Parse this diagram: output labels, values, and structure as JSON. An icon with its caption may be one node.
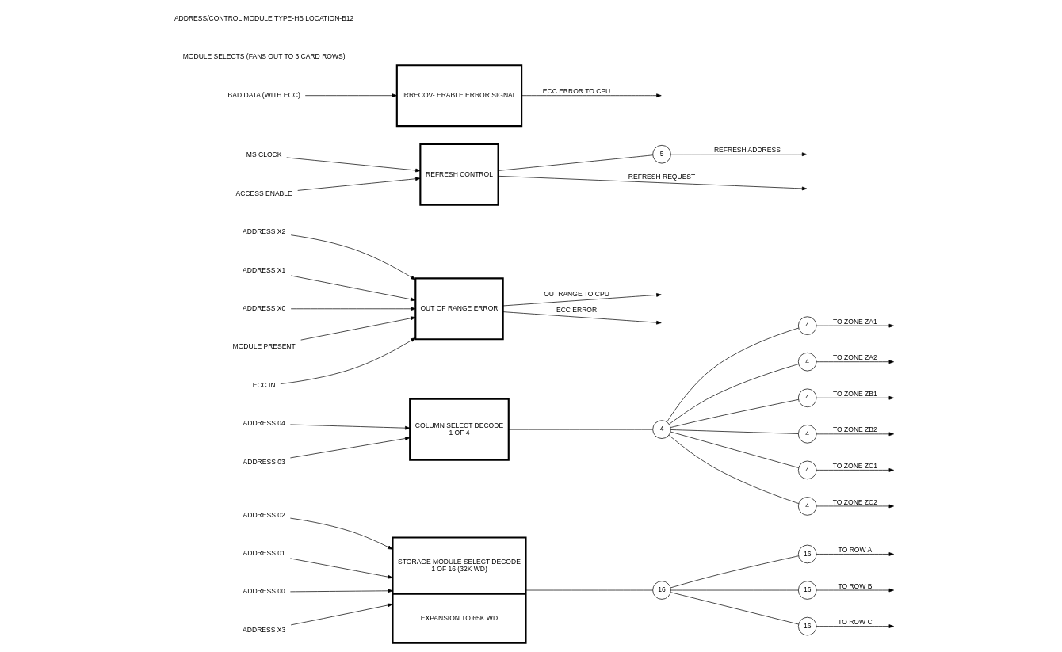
{
  "diagram": {
    "nodes": [
      {
        "text": [
          "ADDRESS 02"
        ]
      },
      {
        "text": [
          "ADDRESS 01"
        ]
      },
      {
        "text": [
          "ADDRESS 00"
        ]
      },
      {
        "text": [
          "ADDRESS X3"
        ]
      },
      {
        "text": [
          "STORAGE MODULE SELECT DECODE",
          "1 OF 16 (32K WD)",
          "EXPANSION TO 65K WD"
        ]
      },
      {
        "text": [
          "16"
        ]
      },
      {
        "text": [
          "16"
        ]
      },
      {
        "text": [
          "16"
        ]
      },
      {
        "text": [
          "16"
        ]
      },
      {
        "text": [
          "ADDRESS 04"
        ]
      },
      {
        "text": [
          "ADDRESS 03"
        ]
      },
      {
        "text": [
          "COLUMN SELECT DECODE",
          "1 OF 4"
        ]
      },
      {
        "text": [
          "4"
        ]
      },
      {
        "text": [
          "4"
        ]
      },
      {
        "text": [
          "4"
        ]
      },
      {
        "text": [
          "4"
        ]
      },
      {
        "text": [
          "4"
        ]
      },
      {
        "text": [
          "4"
        ]
      },
      {
        "text": [
          "4"
        ]
      },
      {
        "text": [
          "ADDRESS X2"
        ]
      },
      {
        "text": [
          "ADDRESS X1"
        ]
      },
      {
        "text": [
          "ADDRESS X0"
        ]
      },
      {
        "text": [
          "OUT OF RANGE ERROR"
        ]
      },
      {
        "text": [
          "MODULE PRESENT"
        ]
      },
      {
        "text": [
          "ECC IN"
        ]
      },
      {
        "text": [
          "MS CLOCK"
        ]
      },
      {
        "text": [
          "ACCESS ENABLE"
        ]
      },
      {
        "text": [
          "REFRESH CONTROL"
        ]
      },
      {
        "text": [
          "5"
        ]
      },
      {
        "text": [
          "BAD DATA (WITH ECC)"
        ]
      },
      {
        "text": [
          "IRRECOV- ERABLE ERROR SIGNAL"
        ]
      }
    ],
    "edges": [
      {
        "from": 0,
        "to": 4,
        "arrow": "to"
      },
      {
        "from": 1,
        "to": 4,
        "arrow": "to"
      },
      {
        "from": 2,
        "to": 4,
        "arrow": "to"
      },
      {
        "from": 3,
        "to": 4,
        "arrow": "to"
      },
      {
        "from": 4,
        "to": 5,
        "arrow": "none"
      },
      {
        "from": 5,
        "to": 6,
        "arrow": "none"
      },
      {
        "from": 5,
        "to": 7,
        "arrow": "none"
      },
      {
        "from": 5,
        "to": 8,
        "arrow": "none"
      },
      {
        "from": 6,
        "to": null,
        "arrow": "to",
        "label": "TO ROW A"
      },
      {
        "from": 7,
        "to": null,
        "arrow": "to",
        "label": "TO ROW B"
      },
      {
        "from": 8,
        "to": null,
        "arrow": "to",
        "label": "TO ROW C"
      },
      {
        "from": 9,
        "to": 11,
        "arrow": "to"
      },
      {
        "from": 10,
        "to": 11,
        "arrow": "to"
      },
      {
        "from": 11,
        "to": 12,
        "arrow": "none"
      },
      {
        "from": 12,
        "to": 13,
        "arrow": "none"
      },
      {
        "from": 12,
        "to": 14,
        "arrow": "none"
      },
      {
        "from": 12,
        "to": 15,
        "arrow": "none"
      },
      {
        "from": 12,
        "to": 16,
        "arrow": "none"
      },
      {
        "from": 12,
        "to": 17,
        "arrow": "none"
      },
      {
        "from": 12,
        "to": 18,
        "arrow": "none"
      },
      {
        "from": 13,
        "to": null,
        "arrow": "to",
        "label": "TO ZONE ZA1"
      },
      {
        "from": 14,
        "to": null,
        "arrow": "to",
        "label": "TO ZONE ZA2"
      },
      {
        "from": 15,
        "to": null,
        "arrow": "to",
        "label": "TO ZONE ZB1"
      },
      {
        "from": 16,
        "to": null,
        "arrow": "to",
        "label": "TO ZONE ZB2"
      },
      {
        "from": 17,
        "to": null,
        "arrow": "to",
        "label": "TO ZONE ZC1"
      },
      {
        "from": 18,
        "to": null,
        "arrow": "to",
        "label": "TO ZONE ZC2"
      },
      {
        "from": 19,
        "to": 22,
        "arrow": "to"
      },
      {
        "from": 20,
        "to": 22,
        "arrow": "to"
      },
      {
        "from": 21,
        "to": 22,
        "arrow": "to"
      },
      {
        "from": 23,
        "to": 22,
        "arrow": "to"
      },
      {
        "from": 24,
        "to": 22,
        "arrow": "to"
      },
      {
        "from": 22,
        "to": null,
        "arrow": "to",
        "label": "OUTRANGE TO CPU"
      },
      {
        "from": 22,
        "to": null,
        "arrow": "to",
        "label": "ECC ERROR"
      },
      {
        "from": 25,
        "to": 27,
        "arrow": "to"
      },
      {
        "from": 26,
        "to": 27,
        "arrow": "to"
      },
      {
        "from": 27,
        "to": null,
        "arrow": "to",
        "label": "REFRESH REQUEST"
      },
      {
        "from": 27,
        "to": 28,
        "arrow": "none"
      },
      {
        "from": 28,
        "to": null,
        "arrow": "to",
        "label": "REFRESH ADDRESS"
      },
      {
        "from": 29,
        "to": 30,
        "arrow": "to"
      },
      {
        "from": 30,
        "to": null,
        "arrow": "to",
        "label": "ECC ERROR TO CPU"
      }
    ],
    "labels": [
      "MODULE SELECTS (FANS OUT TO 3 CARD ROWS)",
      "ADDRESS/CONTROL MODULE TYPE-HB LOCATION-B12"
    ]
  }
}
